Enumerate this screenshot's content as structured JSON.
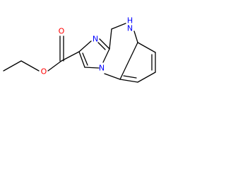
{
  "molecule": {
    "atoms": [
      {
        "label": "O",
        "color": "#ff0000"
      },
      {
        "label": "O",
        "color": "#ff0000"
      },
      {
        "label": "N",
        "color": "#0000ff"
      },
      {
        "label": "N",
        "color": "#0000ff"
      },
      {
        "label": "H",
        "color": "#0000ff"
      }
    ],
    "bond_color": "#000000"
  }
}
